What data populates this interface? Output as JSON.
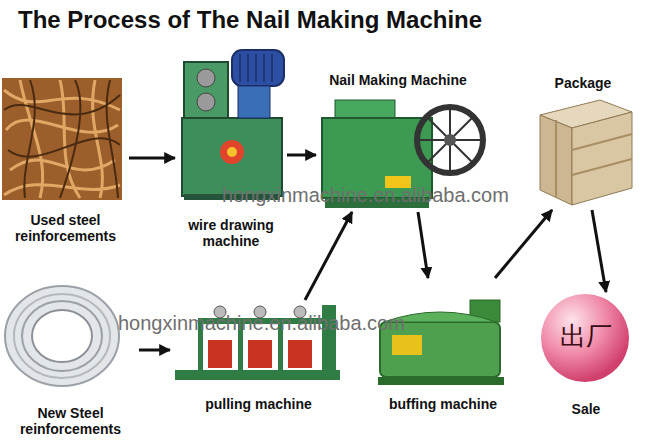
{
  "diagram": {
    "title": "The Process of The Nail Making Machine",
    "nodes": [
      {
        "text": [
          "Used steel reinforcements"
        ]
      },
      {
        "text": [
          "wire drawing machine"
        ]
      },
      {
        "text": [
          "Nail Making Machine"
        ]
      },
      {
        "text": [
          "Package"
        ]
      },
      {
        "text": [
          "New Steel reinforcements"
        ]
      },
      {
        "text": [
          "pulling machine"
        ]
      },
      {
        "text": [
          "buffing machine"
        ]
      },
      {
        "text": [
          "出厂",
          "Sale"
        ]
      }
    ],
    "edges": [
      {
        "from": 0,
        "to": 1,
        "arrow": "to"
      },
      {
        "from": 1,
        "to": 2,
        "arrow": "to"
      },
      {
        "from": 4,
        "to": 5,
        "arrow": "to"
      },
      {
        "from": 5,
        "to": 2,
        "arrow": "to"
      },
      {
        "from": 2,
        "to": 6,
        "arrow": "to"
      },
      {
        "from": 6,
        "to": 3,
        "arrow": "to"
      },
      {
        "from": 3,
        "to": 7,
        "arrow": "to"
      }
    ],
    "labels": [
      "hongxinmachine.en.alibaba.com",
      "hongxinmachine.en.alibaba.com"
    ]
  }
}
